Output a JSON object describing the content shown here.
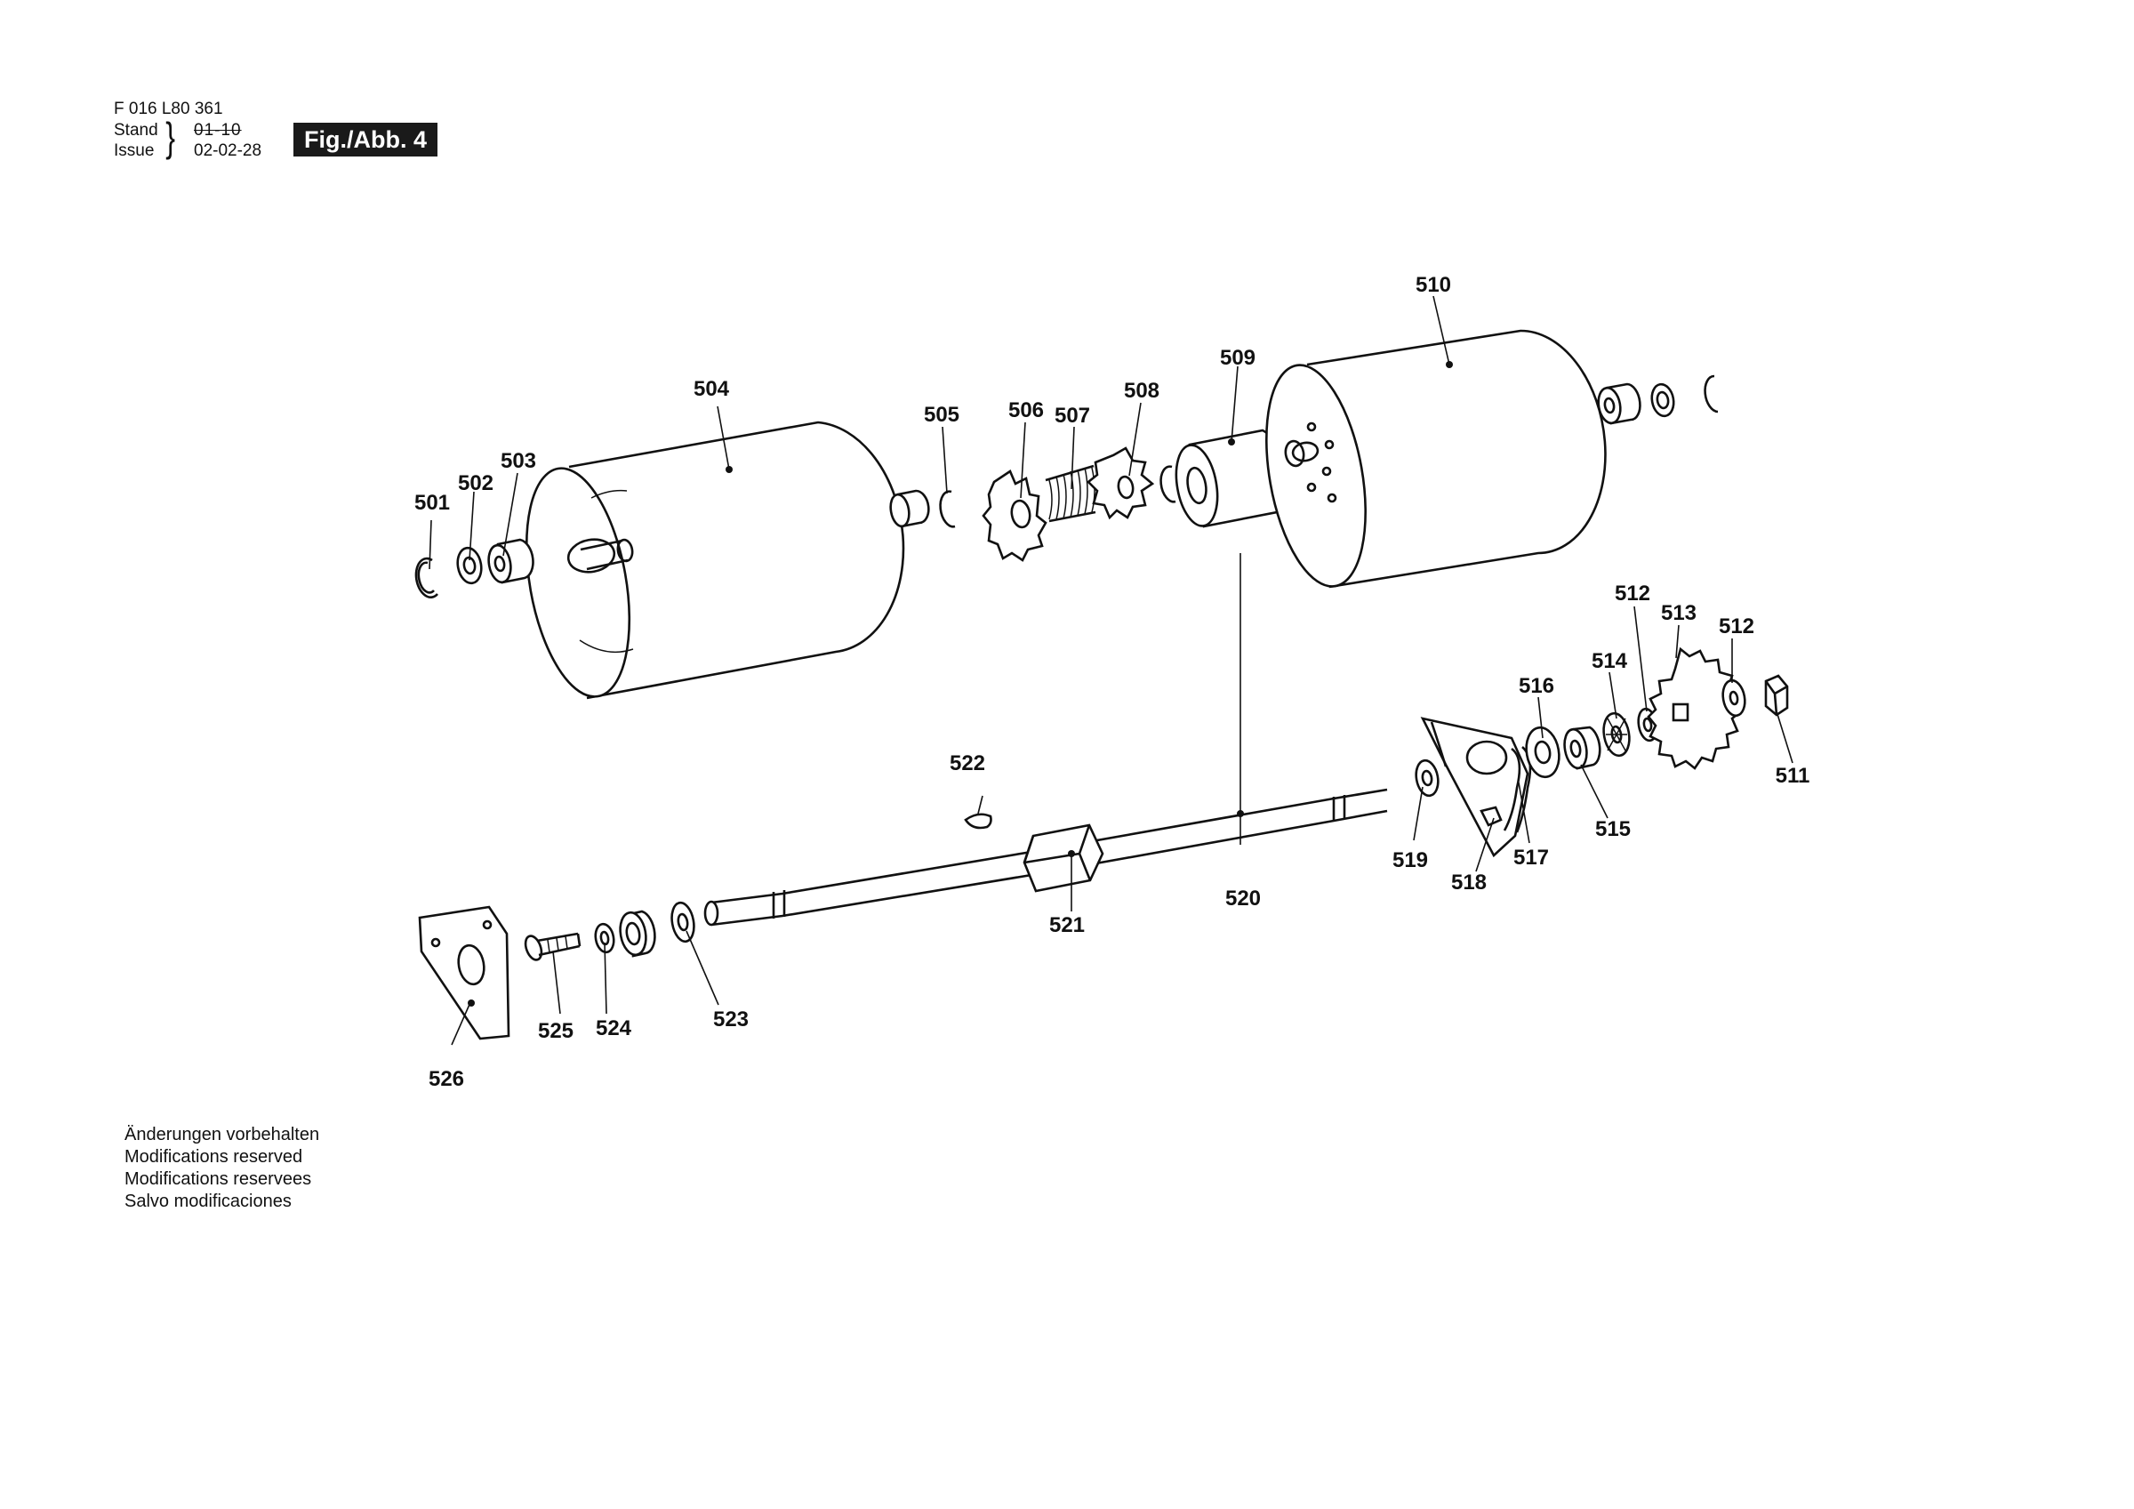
{
  "header": {
    "doc_number": "F 016 L80 361",
    "stand_label": "Stand",
    "issue_label": "Issue",
    "stand_value": "01-10",
    "issue_value": "02-02-28",
    "figure_label": "Fig./Abb. 4"
  },
  "notes": [
    "Änderungen vorbehalten",
    "Modifications reserved",
    "Modifications reservees",
    "Salvo modificaciones"
  ],
  "parts": {
    "p501": "501",
    "p502": "502",
    "p503": "503",
    "p504": "504",
    "p505": "505",
    "p506": "506",
    "p507": "507",
    "p508": "508",
    "p509": "509",
    "p510": "510",
    "p511": "511",
    "p512a": "512",
    "p512b": "512",
    "p513": "513",
    "p514": "514",
    "p515": "515",
    "p516": "516",
    "p517": "517",
    "p518": "518",
    "p519": "519",
    "p520": "520",
    "p521": "521",
    "p522": "522",
    "p523": "523",
    "p524": "524",
    "p525": "525",
    "p526": "526"
  }
}
